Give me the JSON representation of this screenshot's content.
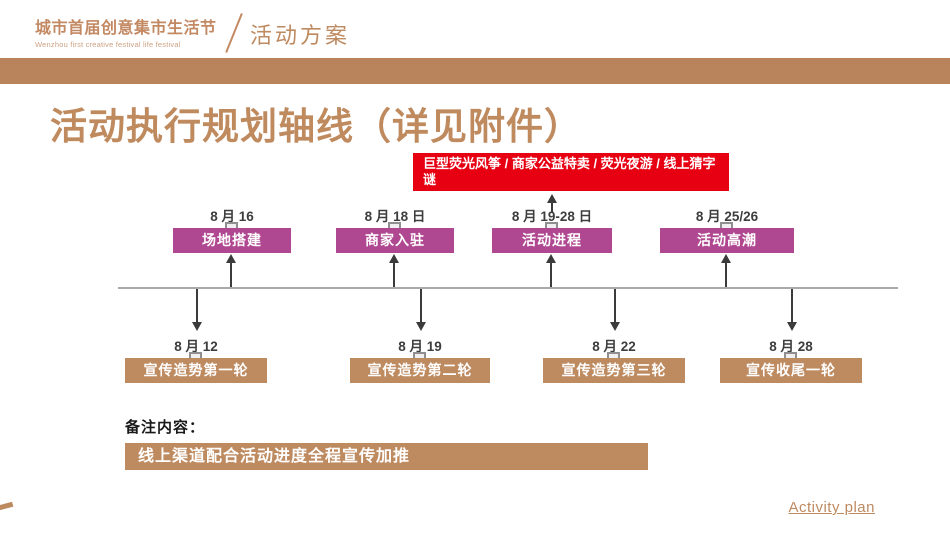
{
  "header": {
    "brand_cn": "城市首届创意集市生活节",
    "brand_en": "Wenzhou first creative festival life festival",
    "section": "活动方案"
  },
  "title": "活动执行规划轴线（详见附件）",
  "banner": {
    "text": "巨型荧光风筝 / 商家公益特卖 / 荧光夜游 / 线上猜字谜"
  },
  "timeline": {
    "milestones": [
      {
        "date": "8 月 16",
        "label": "场地搭建"
      },
      {
        "date": "8 月 18 日",
        "label": "商家入驻"
      },
      {
        "date": "8 月 19-28 日",
        "label": "活动进程"
      },
      {
        "date": "8 月 25/26",
        "label": "活动高潮"
      }
    ],
    "promotions": [
      {
        "date": "8 月 12",
        "label": "宣传造势第一轮"
      },
      {
        "date": "8 月 19",
        "label": "宣传造势第二轮"
      },
      {
        "date": "8 月 22",
        "label": "宣传造势第三轮"
      },
      {
        "date": "8 月 28",
        "label": "宣传收尾一轮"
      }
    ]
  },
  "notes": {
    "heading": "备注内容：",
    "content": "线上渠道配合活动进度全程宣传加推"
  },
  "footer": {
    "label": "Activity plan"
  },
  "colors": {
    "accent_tan": "#BE8A60",
    "bar_tan": "#B9845C",
    "brand_tan": "#C38963",
    "title_tan": "#BF8A5E",
    "magenta": "#AF4791",
    "red": "#E60012",
    "axis_gray": "#A9A9A9",
    "arrow_dark": "#3B3B3B"
  }
}
